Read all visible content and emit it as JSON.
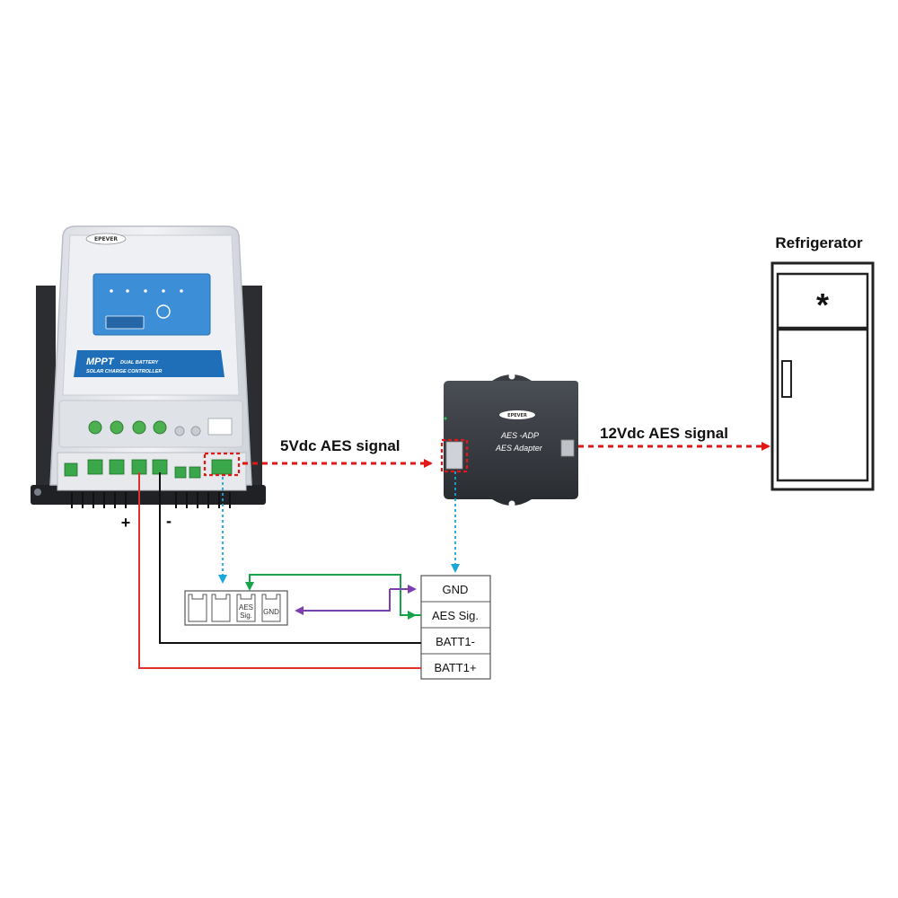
{
  "controller": {
    "brand": "EPEVER",
    "model_line1": "MPPT",
    "model_line2": "DUAL BATTERY",
    "model_line3": "SOLAR CHARGE CONTROLLER",
    "plus_sign": "+",
    "minus_sign": "-"
  },
  "signal_5v": "5Vdc AES signal",
  "signal_12v": "12Vdc AES signal",
  "adapter": {
    "brand": "EPEVER",
    "model": "AES -ADP",
    "name": "AES Adapter"
  },
  "refrigerator": {
    "title": "Refrigerator",
    "symbol": "*"
  },
  "controller_terminals": {
    "aes_line1": "AES",
    "aes_line2": "Sig.",
    "gnd": "GND"
  },
  "adapter_terminals": [
    "GND",
    "AES Sig.",
    "BATT1-",
    "BATT1+"
  ],
  "colors": {
    "signal": "#e01818",
    "dotted_link": "#1aa6d8",
    "green_wire": "#16a34a",
    "purple_wire": "#7b3fb0",
    "batt_plus": "#e03030",
    "batt_minus": "#111111",
    "controller_blue": "#1f6fb8"
  }
}
